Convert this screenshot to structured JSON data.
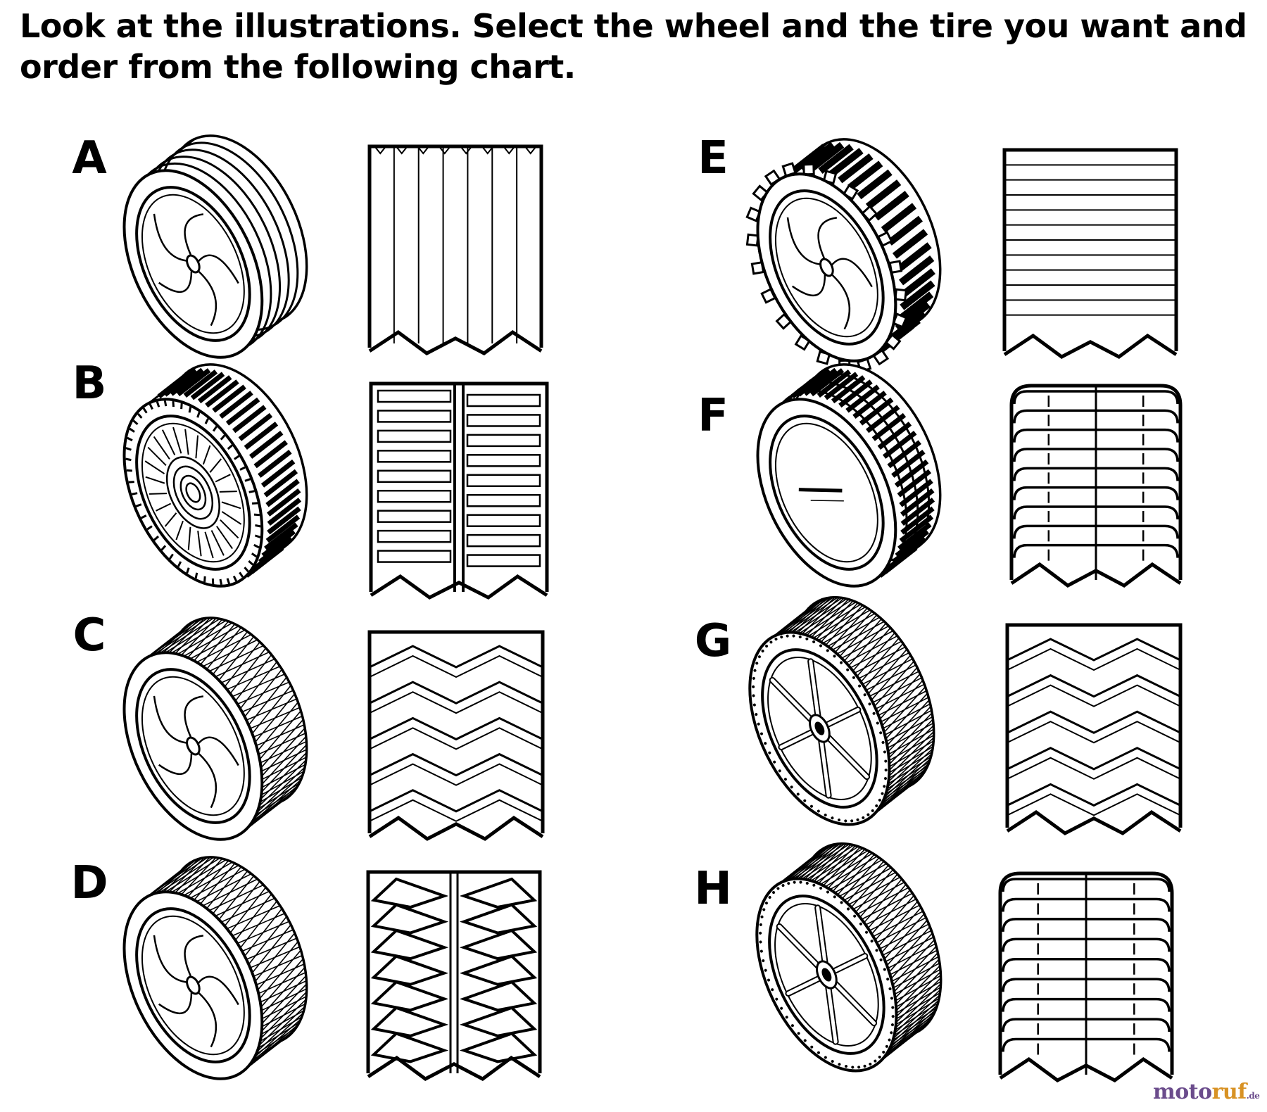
{
  "instructions": "Look at the illustrations. Select the wheel and the tire you want and order from the following chart.",
  "options": [
    {
      "label": "A",
      "hub": "curved-spoke",
      "tread": "ribbed",
      "pattern": "vertical-ribs"
    },
    {
      "label": "B",
      "hub": "concentric",
      "tread": "block",
      "pattern": "split-bars"
    },
    {
      "label": "C",
      "hub": "curved-spoke",
      "tread": "diamond",
      "pattern": "chevron"
    },
    {
      "label": "D",
      "hub": "curved-spoke",
      "tread": "textured",
      "pattern": "lug"
    },
    {
      "label": "E",
      "hub": "curved-spoke",
      "tread": "gear",
      "pattern": "horizontal-lines"
    },
    {
      "label": "F",
      "hub": "plain-cap",
      "tread": "grid",
      "pattern": "wrap-bars"
    },
    {
      "label": "G",
      "hub": "six-spoke",
      "tread": "knurled",
      "pattern": "chevron"
    },
    {
      "label": "H",
      "hub": "six-spoke",
      "tread": "knurled",
      "pattern": "wrap-bars"
    }
  ],
  "watermark": {
    "part1": "moto",
    "part2": "ruf",
    "tld": ".de",
    "color1": "#6b4c8c",
    "color2": "#d89224"
  }
}
